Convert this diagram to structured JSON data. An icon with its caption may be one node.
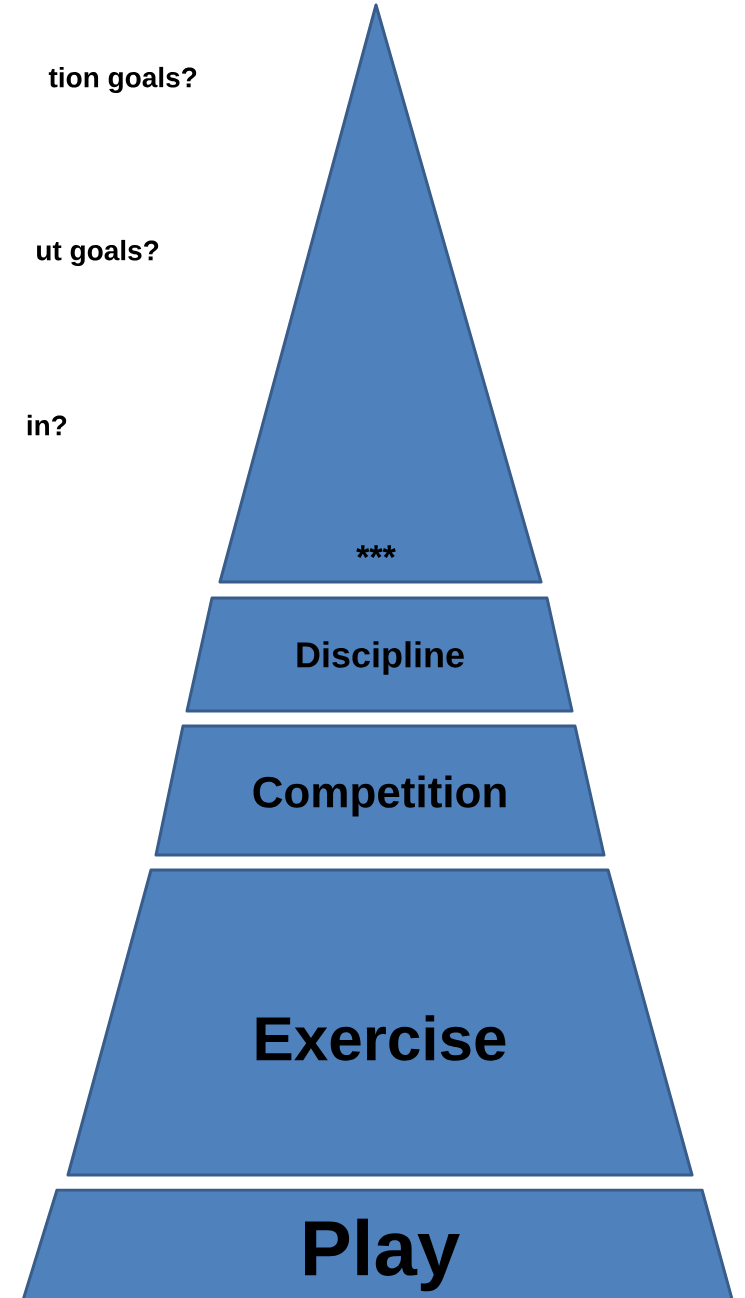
{
  "diagram": {
    "nodes": [
      {
        "text": [
          "***"
        ]
      },
      {
        "text": [
          "Discipline"
        ]
      },
      {
        "text": [
          "Competition"
        ]
      },
      {
        "text": [
          "Exercise"
        ]
      },
      {
        "text": [
          "Play"
        ]
      }
    ],
    "labels": [
      "tion goals?",
      "ut goals?",
      "in?"
    ]
  }
}
